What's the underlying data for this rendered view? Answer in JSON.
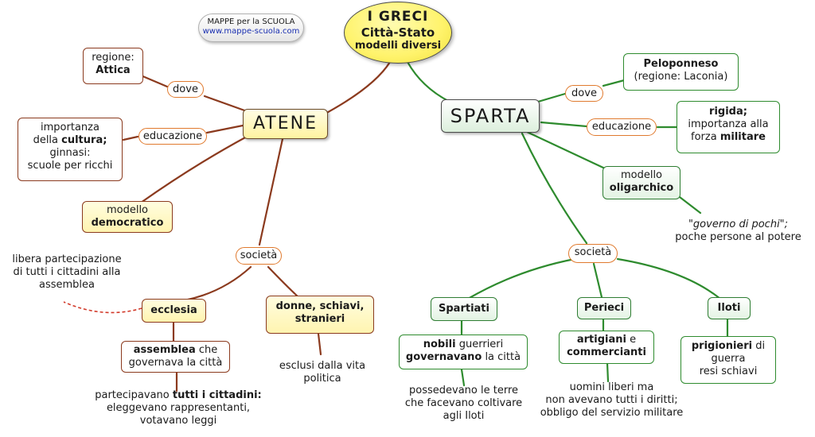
{
  "credit": {
    "line1": "MAPPE per la SCUOLA",
    "line2": "www.mappe-scuola.com"
  },
  "title": {
    "line1": "I GRECI",
    "line2": "Città-Stato",
    "line3": "modelli diversi"
  },
  "atene": {
    "label": "ATENE",
    "dove_link": "dove",
    "regione": {
      "line1": "regione:",
      "line2": "Attica"
    },
    "educazione_link": "educazione",
    "educazione": {
      "line1": "importanza",
      "line2a": "della ",
      "line2b": "cultura;",
      "line3": "ginnasi:",
      "line4": "scuole per ricchi"
    },
    "modello": {
      "line1": "modello",
      "line2": "democratico"
    },
    "modello_note": {
      "line1": "libera partecipazione",
      "line2": "di tutti i cittadini alla",
      "line3": "assemblea"
    },
    "societa_link": "società",
    "ecclesia": "ecclesia",
    "assemblea": {
      "line1a": "assemblea",
      "line1b": " che",
      "line2": "governava la città"
    },
    "assemblea_note": {
      "line1a": "partecipavano ",
      "line1b": "tutti i cittadini:",
      "line2": "eleggevano rappresentanti,",
      "line3": "votavano leggi"
    },
    "donne": {
      "line1": "donne, schiavi,",
      "line2": "stranieri"
    },
    "donne_note": {
      "line1": "esclusi dalla vita",
      "line2": "politica"
    }
  },
  "sparta": {
    "label": "SPARTA",
    "dove_link": "dove",
    "regione": {
      "line1": "Peloponneso",
      "line2": "(regione: Laconia)"
    },
    "educazione_link": "educazione",
    "educazione": {
      "line1": "rigida;",
      "line2": "importanza alla",
      "line3a": "forza ",
      "line3b": "militare"
    },
    "modello": {
      "line1": "modello",
      "line2": "oligarchico"
    },
    "modello_note": {
      "line1": "\"governo di pochi\";",
      "line2": "poche persone al potere"
    },
    "societa_link": "società",
    "spartiati": "Spartiati",
    "spartiati_desc": {
      "line1a": "nobili",
      "line1b": " guerrieri",
      "line2a": "governavano",
      "line2b": " la città"
    },
    "spartiati_note": {
      "line1": "possedevano le terre",
      "line2": "che facevano coltivare",
      "line3": "agli Iloti"
    },
    "perieci": "Perieci",
    "perieci_desc": {
      "line1a": "artigiani",
      "line1b": " e",
      "line2": "commercianti"
    },
    "perieci_note": {
      "line1": "uomini liberi ma",
      "line2": "non avevano tutti i diritti;",
      "line3": "obbligo del servizio militare"
    },
    "iloti": "Iloti",
    "iloti_desc": {
      "line1a": "prigionieri",
      "line1b": " di",
      "line2": "guerra",
      "line3": "resi schiavi"
    }
  },
  "colors": {
    "atene_link": "#8b3a1e",
    "sparta_link": "#2e8b2e",
    "link_word_border": "#e07a2e",
    "title_fill": "#fff36b"
  }
}
